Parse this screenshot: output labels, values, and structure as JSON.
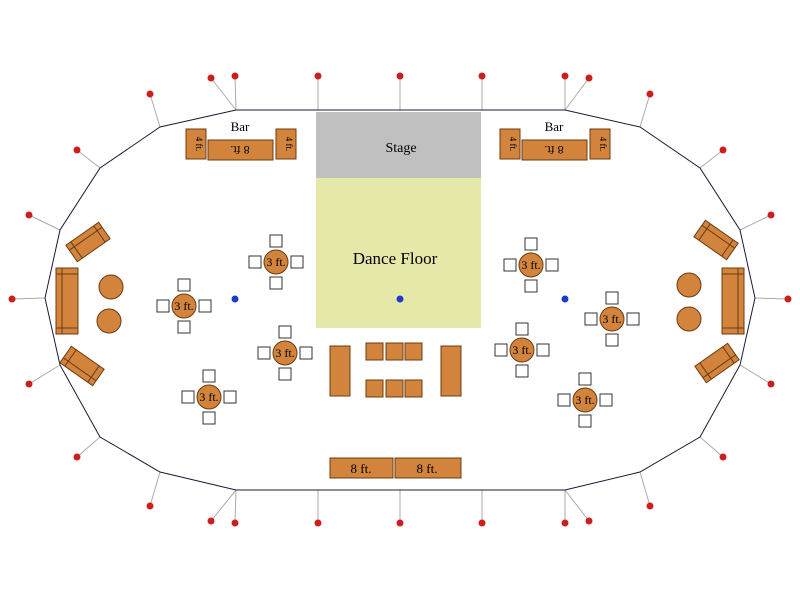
{
  "labels": {
    "stage": "Stage",
    "dance_floor": "Dance Floor",
    "bar_left": "Bar",
    "bar_right": "Bar",
    "bar_long_table": "8 ft.",
    "bar_short_table": "4 ft.",
    "round_table": "3 ft.",
    "buffet_table": "8 ft."
  },
  "colors": {
    "tent_outline": "#1a1a3a",
    "stage": "#c0c0c0",
    "dance_floor": "#e6e8aa",
    "furniture": "#d2843c",
    "furniture_outline": "#6b3b10",
    "chair_outline": "#333333",
    "stake": "#cc1e1e",
    "post": "#1a3ad2",
    "guy_line": "#aaaaaa"
  }
}
